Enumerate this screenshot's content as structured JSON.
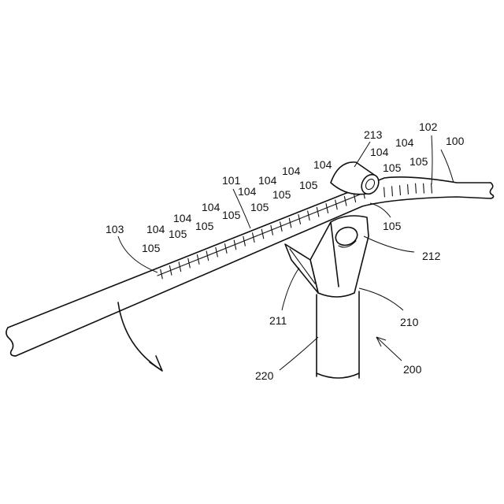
{
  "labels": {
    "l100": "100",
    "l101": "101",
    "l102": "102",
    "l103": "103",
    "l104": "104",
    "l105": "105",
    "l200": "200",
    "l210": "210",
    "l211": "211",
    "l212": "212",
    "l213": "213",
    "l220": "220"
  }
}
